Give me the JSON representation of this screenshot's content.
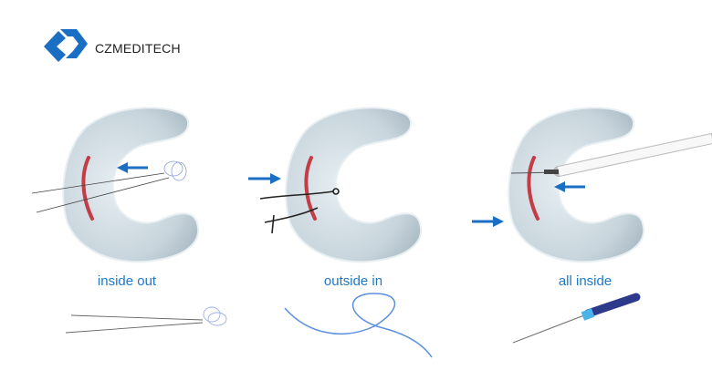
{
  "brand": {
    "name": "CZMEDITECH"
  },
  "techniques": [
    {
      "label": "inside out"
    },
    {
      "label": "outside in"
    },
    {
      "label": "all inside"
    }
  ],
  "colors": {
    "brand_blue": "#1a6fc4",
    "label_blue": "#1f78c8",
    "tear_red": "#c0202a",
    "meniscus": "#cdd9df"
  }
}
